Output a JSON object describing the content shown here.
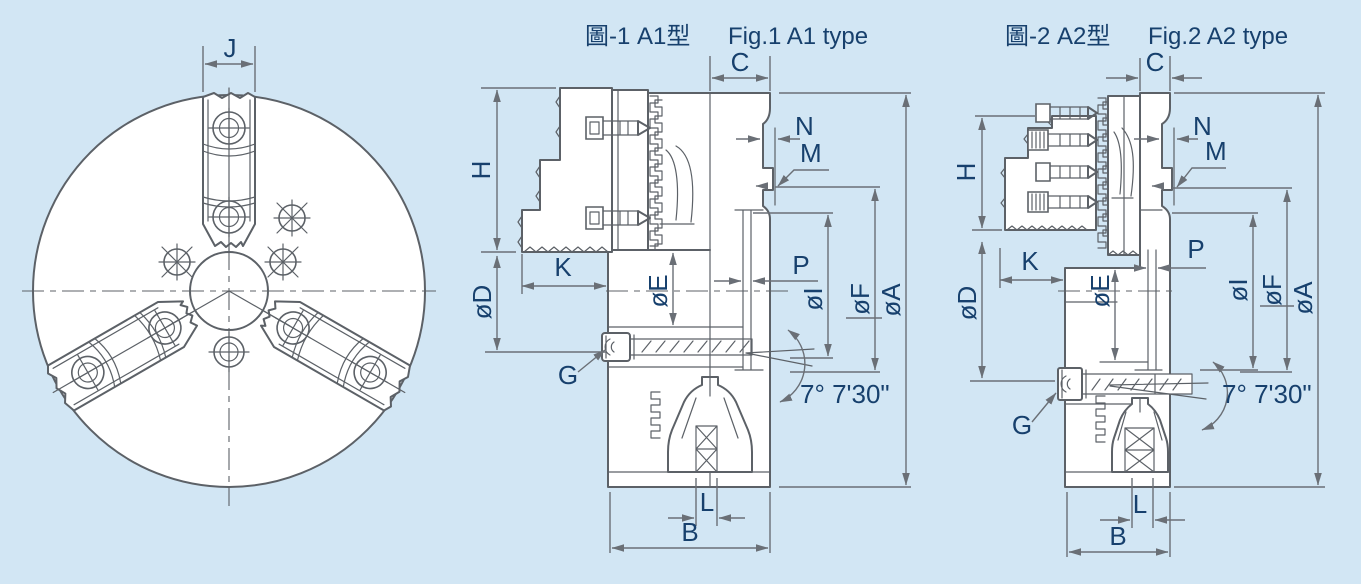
{
  "colors": {
    "background": "#d2e6f4",
    "drawing_line": "#5c6167",
    "dimension_line": "#6a6f76",
    "label_text": "#17406d",
    "body_fill": "#ffffff",
    "center_hole_fill": "#c3ddf0"
  },
  "front_view": {
    "dims": {
      "j": "J"
    }
  },
  "figure1": {
    "title_zh": "圖-1 A1型",
    "title_en": "Fig.1  A1 type",
    "dims": {
      "h": "H",
      "k": "K",
      "d": "øD",
      "e": "øE",
      "g": "G",
      "c": "C",
      "n": "N",
      "m": "M",
      "p": "P",
      "i": "øI",
      "f": "øF",
      "a": "øA",
      "l": "L",
      "b": "B",
      "angle": "7° 7'30\""
    }
  },
  "figure2": {
    "title_zh": "圖-2 A2型",
    "title_en": "Fig.2  A2 type",
    "dims": {
      "h": "H",
      "k": "K",
      "d": "øD",
      "e": "øE",
      "g": "G",
      "c": "C",
      "n": "N",
      "m": "M",
      "p": "P",
      "i": "øI",
      "f": "øF",
      "a": "øA",
      "l": "L",
      "b": "B",
      "angle": "7° 7'30\""
    }
  }
}
